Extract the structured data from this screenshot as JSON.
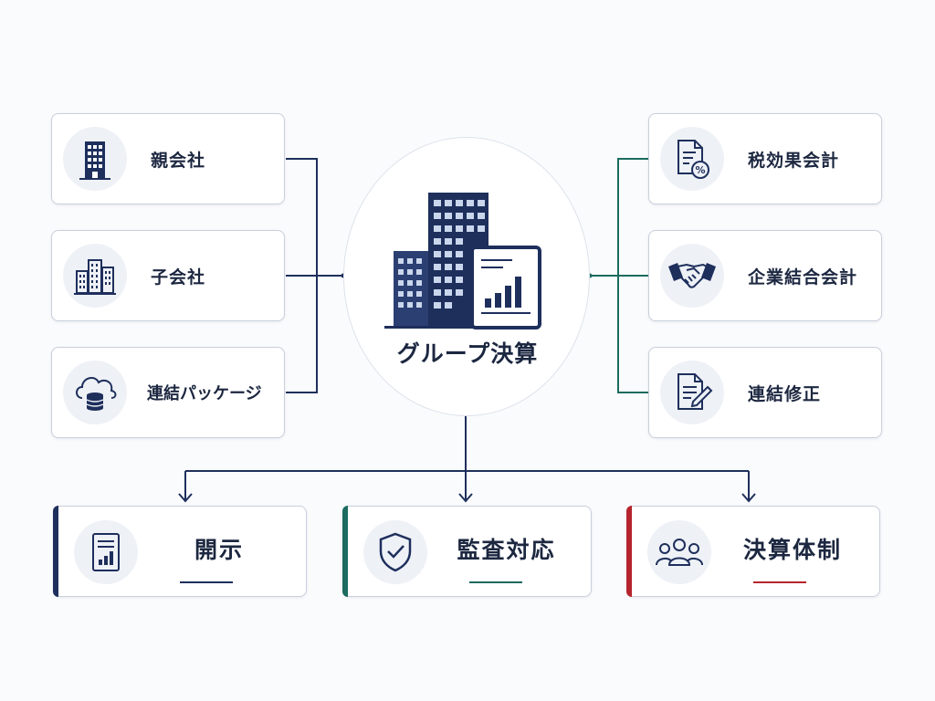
{
  "center": {
    "title": "グループ決算"
  },
  "inputs": [
    {
      "label": "親会社",
      "icon": "office-building-icon"
    },
    {
      "label": "子会社",
      "icon": "city-buildings-icon"
    },
    {
      "label": "連結パッケージ",
      "icon": "cloud-database-icon"
    }
  ],
  "topics": [
    {
      "label": "税効果会計",
      "icon": "document-percent-icon"
    },
    {
      "label": "企業結合会計",
      "icon": "handshake-icon"
    },
    {
      "label": "連結修正",
      "icon": "document-edit-icon"
    }
  ],
  "outputs": [
    {
      "label": "開示",
      "icon": "report-chart-icon",
      "accent": "#1e2f5c"
    },
    {
      "label": "監査対応",
      "icon": "shield-check-icon",
      "accent": "#1c6b5f"
    },
    {
      "label": "決算体制",
      "icon": "team-icon",
      "accent": "#b5242d"
    }
  ],
  "colors": {
    "navy": "#1e2f5c",
    "teal": "#1c6b5f",
    "red": "#b5242d"
  }
}
